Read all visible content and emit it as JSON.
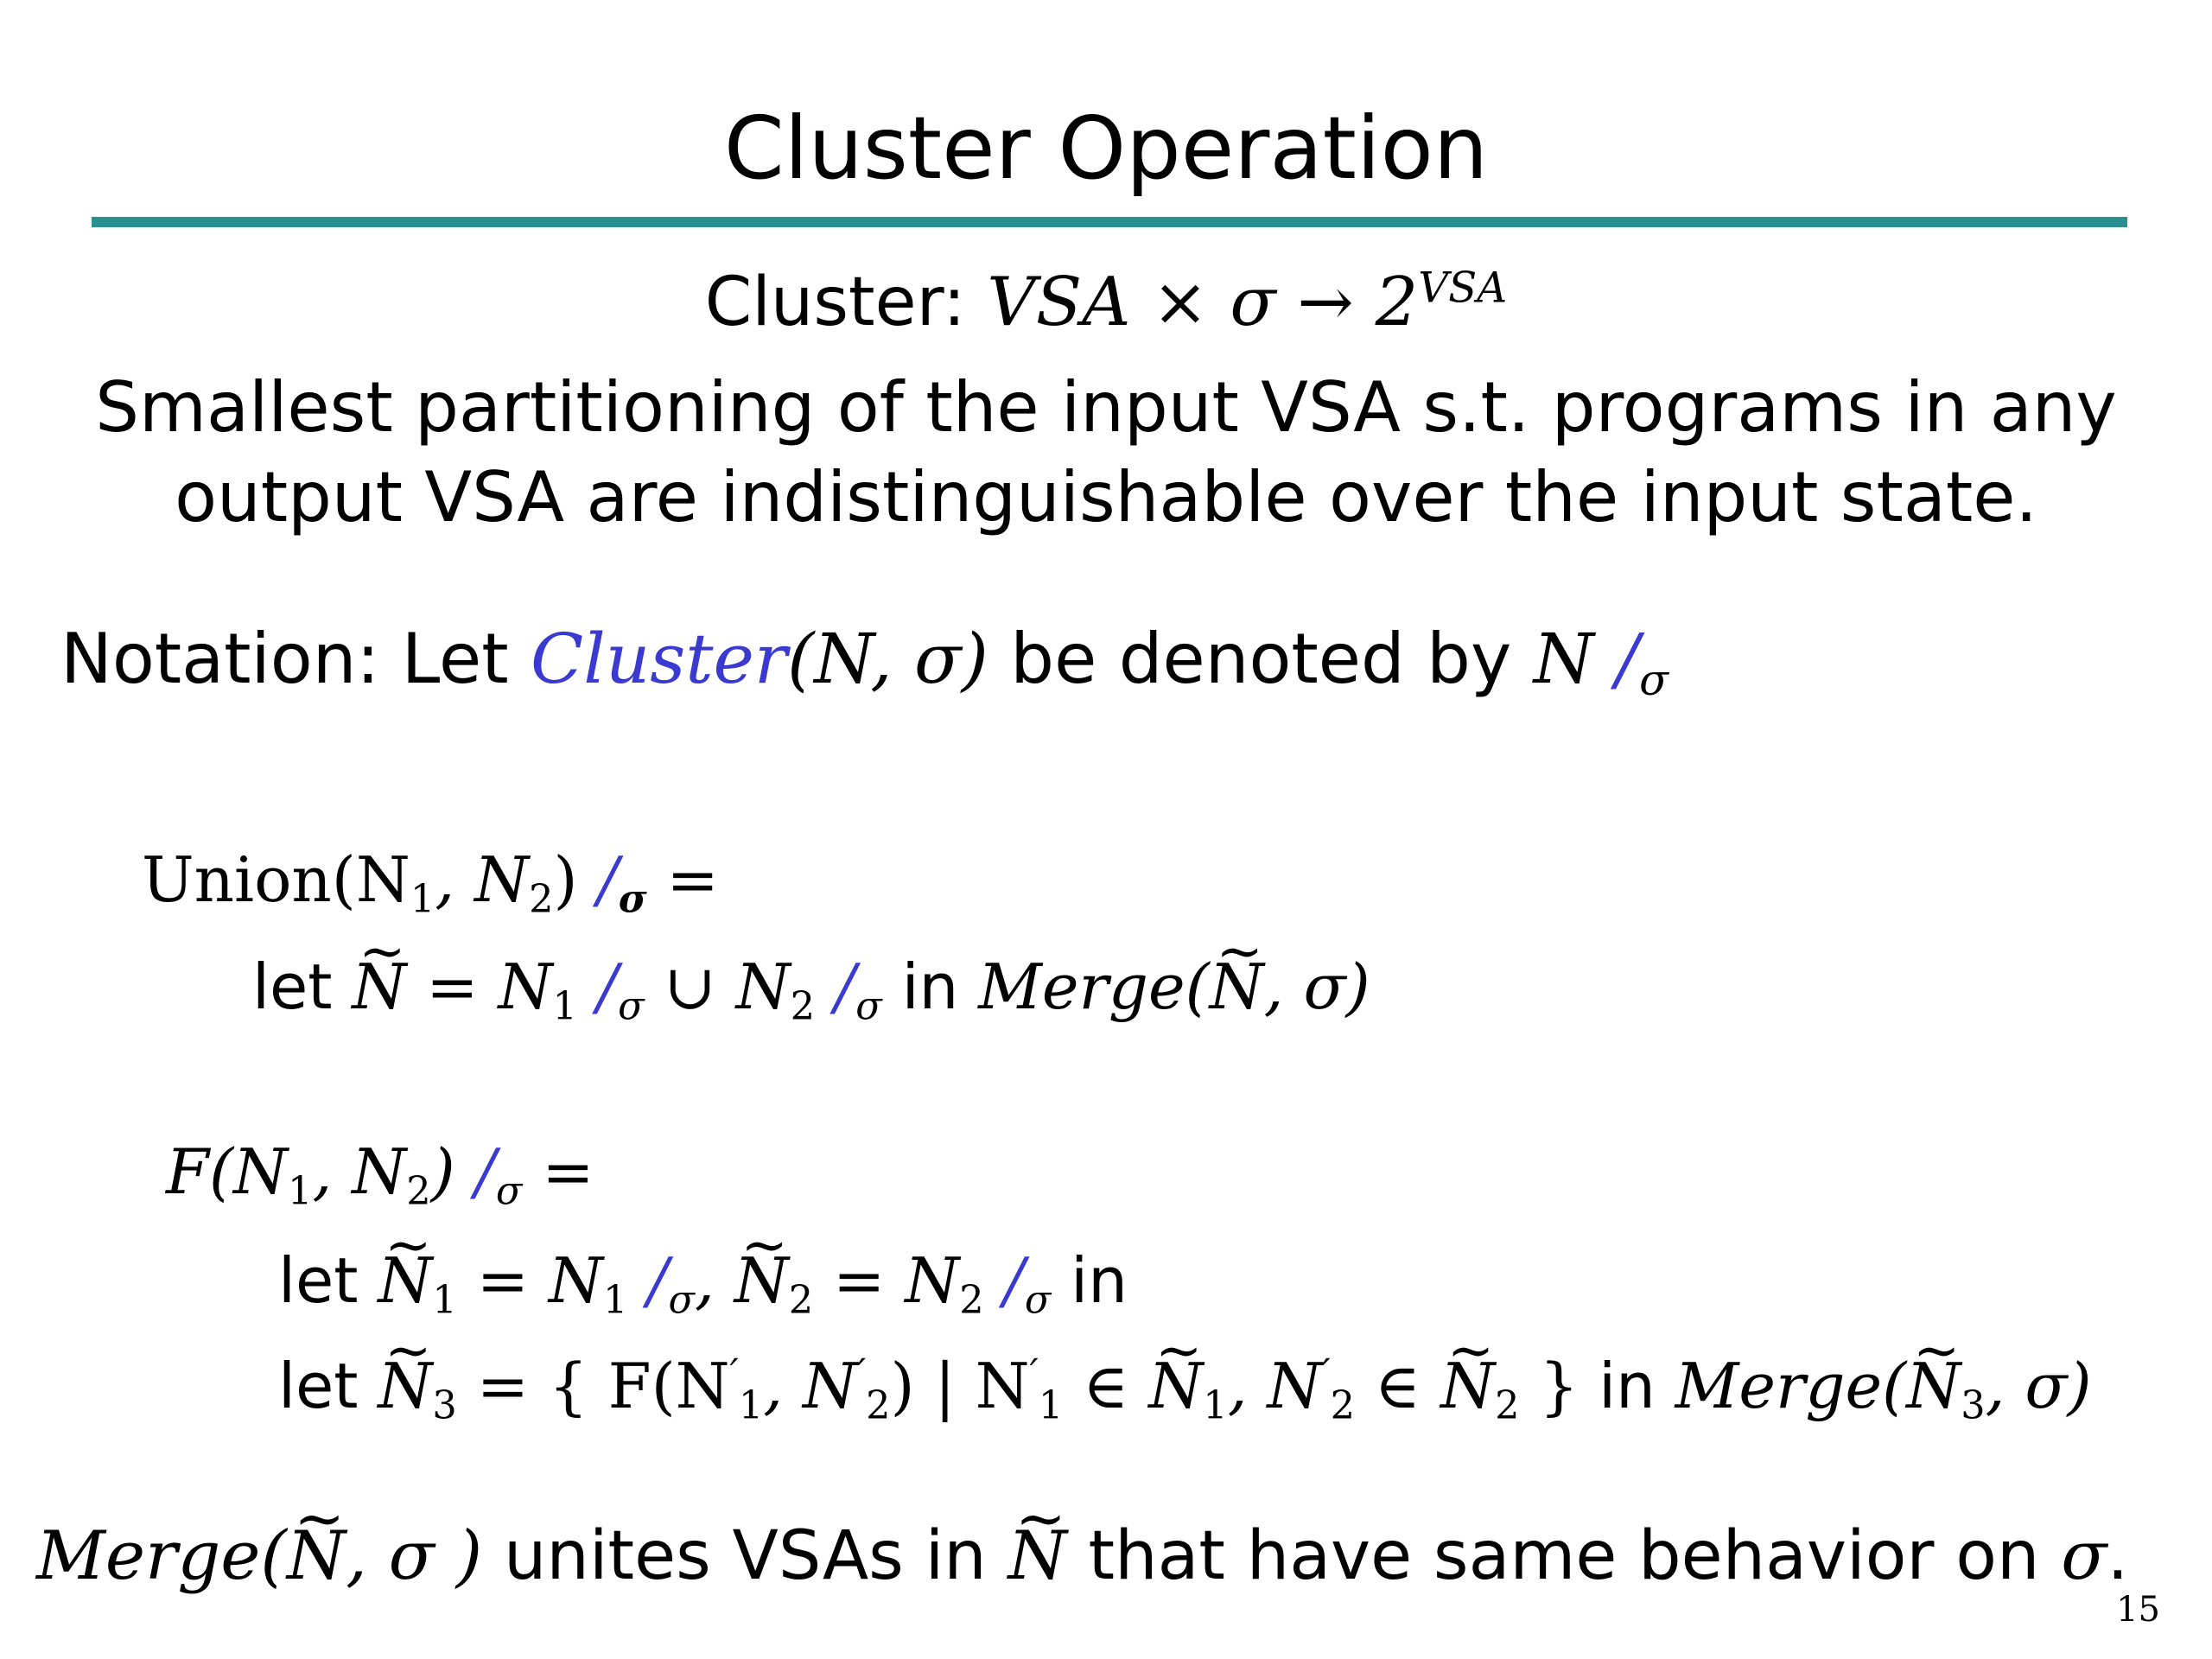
{
  "slide": {
    "title": "Cluster Operation",
    "signature": {
      "label": "Cluster: ",
      "expr": "VSA × σ → 2",
      "superscript": "VSA"
    },
    "description": [
      "Smallest partitioning of the input VSA s.t. programs in any",
      "output VSA are indistinguishable over the input state."
    ],
    "notation": {
      "prefix": "Notation: Let ",
      "fn": "Cluster",
      "args": "(N, σ)",
      "middle": " be denoted  by ",
      "var": "N",
      "slash": " /",
      "sub": "σ"
    },
    "union_rule": {
      "head": "Union(N",
      "sub1": "1",
      "comma": ", N",
      "sub2": "2",
      "close": ")",
      "slash": " /",
      "sigma": "σ",
      "equals": "  =",
      "let": "let  ",
      "ntilde": "N",
      "eq_n1": " = N",
      "cup_n2": "  ∪  N",
      "in": "  in  ",
      "merge": "Merge(",
      "merge_args": ", σ)"
    },
    "f_rule": {
      "head": "F(N",
      "comma": ", N",
      "close": ")",
      "equals": "  =",
      "let": "let  ",
      "let3": "let ",
      "in": " in",
      "set_open": " = { F(N",
      "prime": "′",
      "bar": ") | N",
      "elem": " ∈ ",
      "set_close": " }  ",
      "in2": "in  ",
      "merge": "Merge(",
      "merge_args": ", σ)"
    },
    "footer": {
      "merge": "Merge(",
      "ntilde": "N",
      "args": ", σ )",
      "text1": " unites VSAs in ",
      "text2": " that have same behavior on ",
      "sigma": "σ",
      "period": "."
    },
    "page_number": "15",
    "colors": {
      "rule": "#2a8f8f",
      "accent": "#3a3ad0"
    }
  }
}
